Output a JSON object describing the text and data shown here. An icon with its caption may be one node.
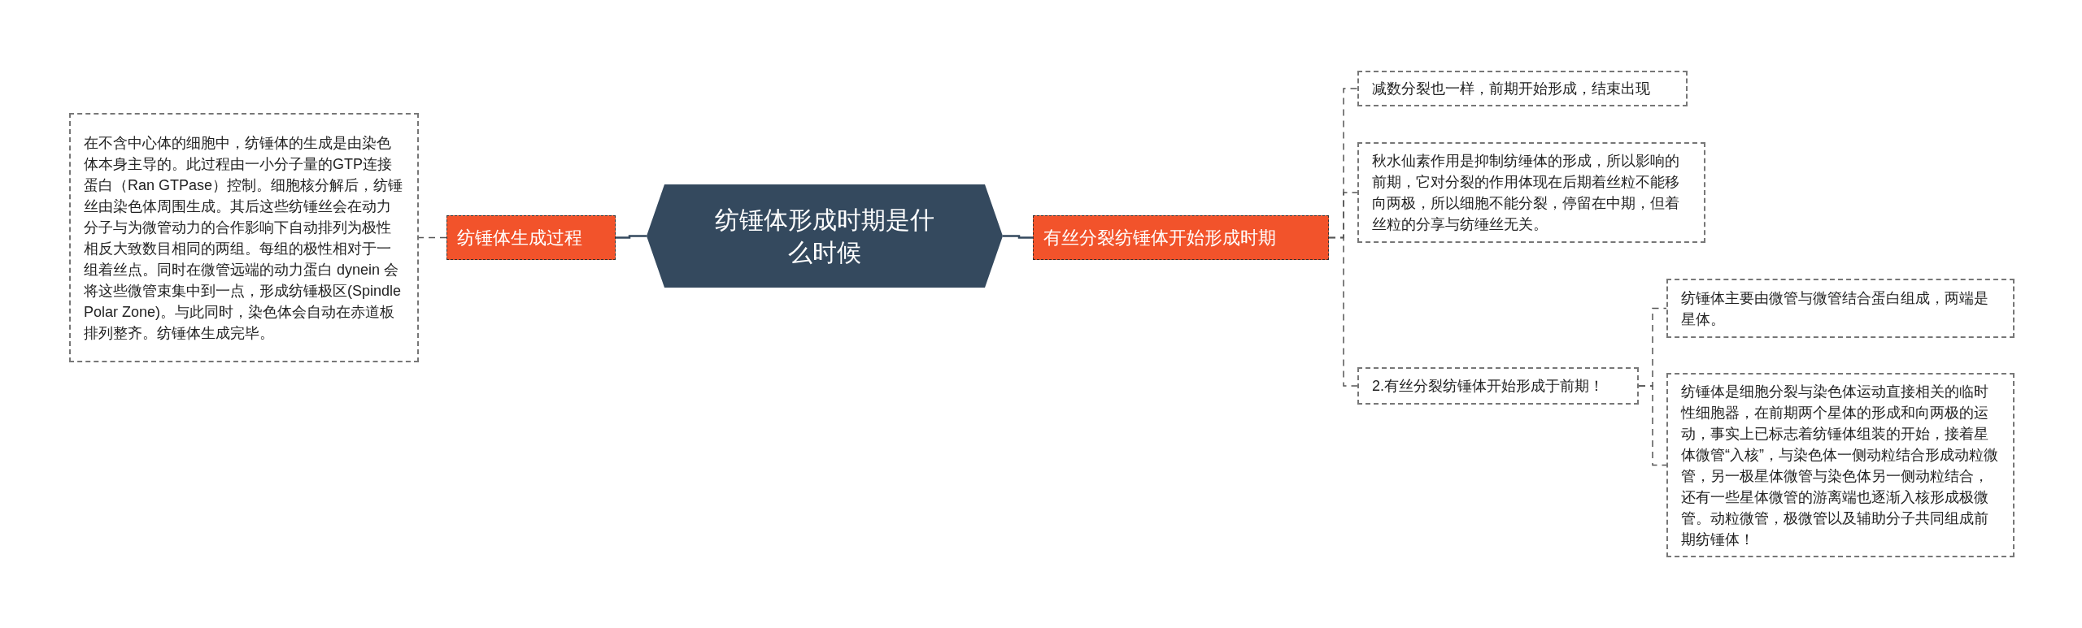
{
  "diagram": {
    "nodes": [
      {
        "text": [
          "纺锤体形成时期是什么时候"
        ]
      },
      {
        "text": [
          "纺锤体生成过程"
        ]
      },
      {
        "text": [
          "在不含中心体的细胞中，纺锤体的生成是由染色体本身主导的。此过程由一小分子量的GTP连接蛋白（Ran GTPase）控制。细胞核分解后，纺锤丝由染色体周围生成。其后这些纺锤丝会在动力分子与为微管动力的合作影响下自动排列为极性相反大致数目相同的两组。每组的极性相对于一组着丝点。同时在微管远端的动力蛋白 dynein 会将这些微管束集中到一点，形成纺锤极区(Spindle Polar Zone)。与此同时，染色体会自动在赤道板排列整齐。纺锤体生成完毕。"
        ]
      },
      {
        "text": [
          "有丝分裂纺锤体开始形成时期"
        ]
      },
      {
        "text": [
          "减数分裂也一样，前期开始形成，结束出现"
        ]
      },
      {
        "text": [
          "秋水仙素作用是抑制纺缍体的形成，所以影响的前期，它对分裂的作用体现在后期着丝粒不能移向两极，所以细胞不能分裂，停留在中期，但着丝粒的分享与纺缍丝无关。"
        ]
      },
      {
        "text": [
          "2.有丝分裂纺锤体开始形成于前期！"
        ]
      },
      {
        "text": [
          "纺锤体主要由微管与微管结合蛋白组成，两端是星体。"
        ]
      },
      {
        "text": [
          "纺锤体是细胞分裂与染色体运动直接相关的临时性细胞器，在前期两个星体的形成和向两极的运动，事实上已标志着纺锤体组装的开始，接着星体微管“入核”，与染色体一侧动粒结合形成动粒微管，另一极星体微管与染色体另一侧动粒结合，还有一些星体微管的游离端也逐渐入核形成极微管。动粒微管，极微管以及辅助分子共同组成前期纺锤体！"
        ]
      }
    ],
    "edges": [
      {
        "from": 0,
        "to": 1,
        "arrow": "none"
      },
      {
        "from": 1,
        "to": 2,
        "arrow": "none",
        "style": "dashed"
      },
      {
        "from": 0,
        "to": 3,
        "arrow": "none"
      },
      {
        "from": 3,
        "to": 4,
        "arrow": "none",
        "style": "dashed"
      },
      {
        "from": 3,
        "to": 5,
        "arrow": "none",
        "style": "dashed"
      },
      {
        "from": 3,
        "to": 6,
        "arrow": "none",
        "style": "dashed"
      },
      {
        "from": 6,
        "to": 7,
        "arrow": "none",
        "style": "dashed"
      },
      {
        "from": 6,
        "to": 8,
        "arrow": "none",
        "style": "dashed"
      }
    ]
  }
}
